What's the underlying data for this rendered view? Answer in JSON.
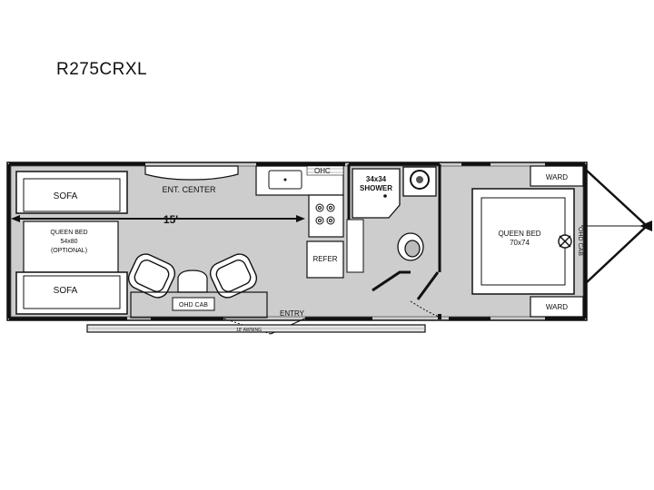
{
  "model": "R275CRXL",
  "labels": {
    "sofa_top": "SOFA",
    "sofa_bottom": "SOFA",
    "queen_bed_optional_line1": "QUEEN BED",
    "queen_bed_optional_line2": "54x80",
    "queen_bed_optional_line3": "(OPTIONAL)",
    "dimension": "15'",
    "ent_center": "ENT. CENTER",
    "ohc": "OHC",
    "refer": "REFER",
    "ohd_cab_lounge": "OHD CAB",
    "entry": "ENTRY",
    "awning": "18' AWNING",
    "shower_line1": "34x34",
    "shower_line2": "SHOWER",
    "queen_bed_line1": "QUEEN BED",
    "queen_bed_line2": "70x74",
    "ward_top": "WARD",
    "ward_bottom": "WARD",
    "ohd_cab_bedroom": "OHD CAB"
  },
  "colors": {
    "floor": "#cdcdcd",
    "wall": "#111111",
    "furniture": "#ffffff"
  }
}
